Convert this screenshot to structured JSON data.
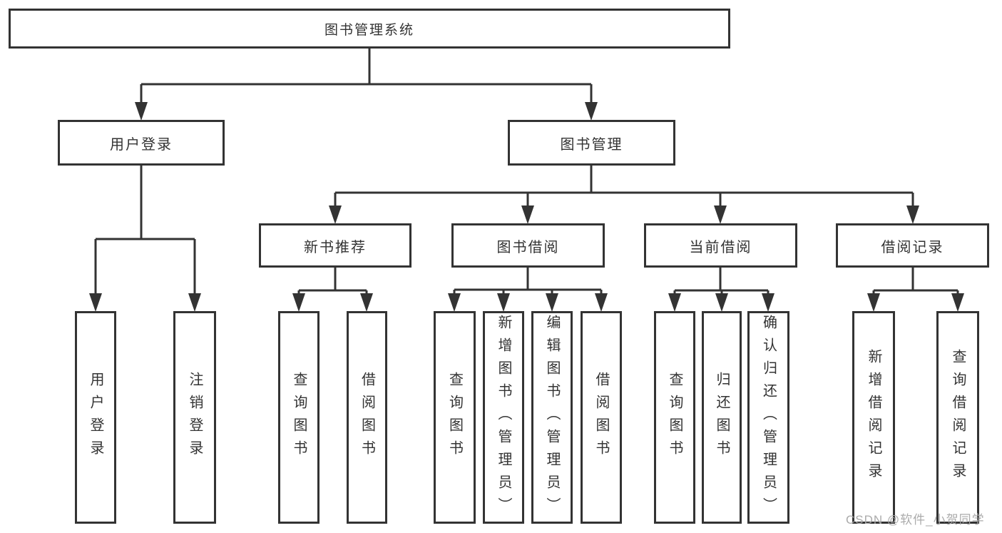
{
  "diagram": {
    "title_node": {
      "label": "图书管理系统"
    },
    "level2": [
      {
        "id": "user-login",
        "label": "用户登录"
      },
      {
        "id": "book-management",
        "label": "图书管理"
      }
    ],
    "level3": [
      {
        "id": "new-book-recommend",
        "parent": "图书管理",
        "label": "新书推荐"
      },
      {
        "id": "book-borrow",
        "parent": "图书管理",
        "label": "图书借阅"
      },
      {
        "id": "current-borrow",
        "parent": "图书管理",
        "label": "当前借阅"
      },
      {
        "id": "borrow-records",
        "parent": "图书管理",
        "label": "借阅记录"
      }
    ],
    "leaves": [
      {
        "parent": "用户登录",
        "label": "用户登录"
      },
      {
        "parent": "用户登录",
        "label": "注销登录"
      },
      {
        "parent": "新书推荐",
        "label": "查询图书"
      },
      {
        "parent": "新书推荐",
        "label": "借阅图书"
      },
      {
        "parent": "图书借阅",
        "label": "查询图书"
      },
      {
        "parent": "图书借阅",
        "label": "新增图书（管理员）"
      },
      {
        "parent": "图书借阅",
        "label": "编辑图书（管理员）"
      },
      {
        "parent": "图书借阅",
        "label": "借阅图书"
      },
      {
        "parent": "当前借阅",
        "label": "查询图书"
      },
      {
        "parent": "当前借阅",
        "label": "归还图书"
      },
      {
        "parent": "当前借阅",
        "label": "确认归还（管理员）"
      },
      {
        "parent": "借阅记录",
        "label": "新增借阅记录"
      },
      {
        "parent": "借阅记录",
        "label": "查询借阅记录"
      }
    ]
  },
  "watermark": {
    "text": "CSDN @软件_小贺同学"
  },
  "colors": {
    "line": "#333333",
    "text": "#333333",
    "background": "#ffffff",
    "watermark": "#a6a6a6"
  }
}
